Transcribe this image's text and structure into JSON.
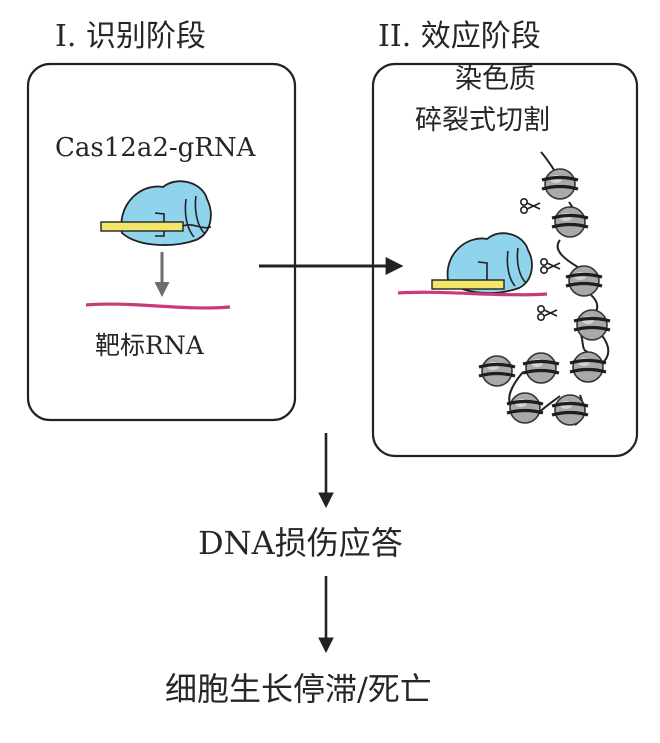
{
  "stages": {
    "recognition": {
      "title": "I. 识别阶段",
      "complex_label": "Cas12a2-gRNA",
      "target_label": "靶标RNA"
    },
    "effector": {
      "title": "II. 效应阶段",
      "chromatin_line1": "染色质",
      "chromatin_line2": "碎裂式切割"
    }
  },
  "flow": {
    "step1": "DNA损伤应答",
    "step2": "细胞生长停滞/死亡"
  },
  "colors": {
    "protein_fill": "#8fd3ec",
    "guide_rna": "#f2e66a",
    "target_rna": "#c83a78",
    "nucleosome": "#a9a9a9",
    "arrow_gray": "#6e6e6e",
    "outline": "#222222"
  },
  "icons": [
    "scissors-icon",
    "nucleosome-icon",
    "cas12a2-complex-icon"
  ]
}
